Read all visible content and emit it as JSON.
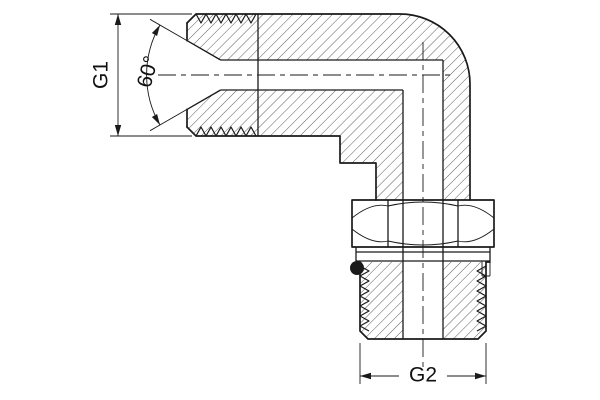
{
  "drawing": {
    "labels": {
      "g1": "G1",
      "angle": "60°",
      "g2": "G2"
    },
    "colors": {
      "line": "#1a1a1a",
      "background": "#ffffff",
      "o_ring": "#111111",
      "hatch": "#333333"
    }
  }
}
